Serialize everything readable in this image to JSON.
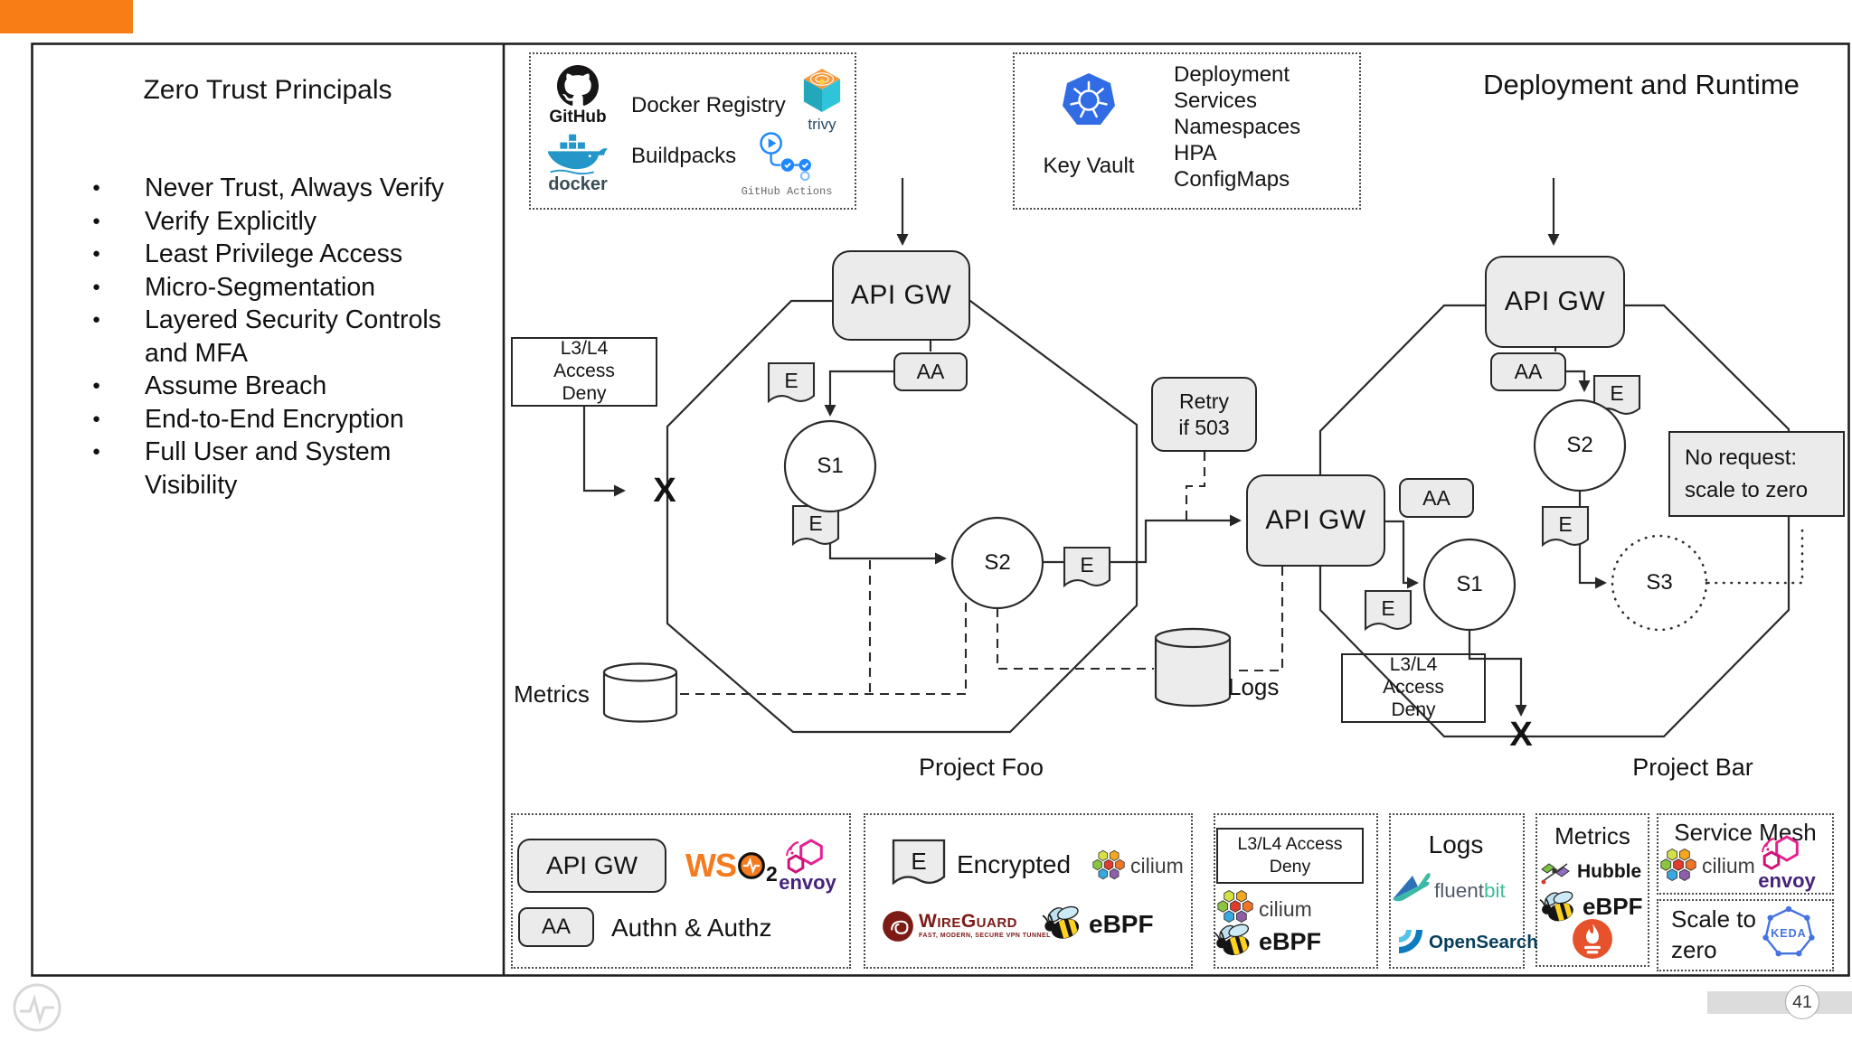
{
  "slide": {
    "left_panel": {
      "title": "Zero Trust Principals",
      "bullets": [
        "Never Trust, Always Verify",
        "Verify Explicitly",
        "Least Privilege Access",
        "Micro-Segmentation",
        "Layered Security Controls and MFA",
        "Assume Breach",
        "End-to-End Encryption",
        "Full User and System Visibility"
      ]
    },
    "diagram_title": "Deployment and Runtime",
    "cicd": {
      "github": "GitHub",
      "docker_registry": "Docker Registry",
      "trivy": "trivy",
      "docker": "docker",
      "buildpacks": "Buildpacks",
      "github_actions": "GitHub Actions"
    },
    "k8s": {
      "key_vault": "Key Vault",
      "resources": "Deployment\nServices\nNamespaces\nHPA\nConfigMaps"
    },
    "labels": {
      "api_gw": "API GW",
      "aa": "AA",
      "e": "E",
      "s1": "S1",
      "s2": "S2",
      "s3": "S3",
      "x": "X",
      "l3l4": "L3/L4\nAccess\nDeny",
      "retry": "Retry\nif 503",
      "no_request": "No request:\nscale to zero",
      "metrics": "Metrics",
      "logs": "Logs",
      "project_foo": "Project Foo",
      "project_bar": "Project Bar"
    },
    "legend": {
      "api_gw": "API GW",
      "aa": "AA",
      "authn": "Authn & Authz",
      "wso2_ws": "WS",
      "wso2_two": "2",
      "envoy": "envoy",
      "encrypted": "Encrypted",
      "cilium": "cilium",
      "wireguard": "WireGuard",
      "wireguard_tagline": "FAST, MODERN, SECURE VPN TUNNEL",
      "ebpf": "eBPF",
      "l3l4": "L3/L4 Access\nDeny",
      "logs": "Logs",
      "fluent": "fluent",
      "bit": "bit",
      "opensearch": "OpenSearch",
      "metrics": "Metrics",
      "hubble": "Hubble",
      "service_mesh": "Service Mesh",
      "scale_to_zero": "Scale to\nzero",
      "keda": "KEDA"
    },
    "footer": {
      "page": "41"
    }
  }
}
